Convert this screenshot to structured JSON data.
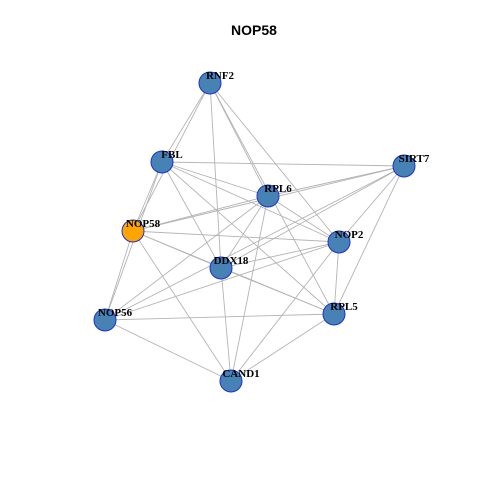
{
  "title": "NOP58",
  "colors": {
    "node_default": "#4682b4",
    "node_highlight": "#ffa500",
    "node_border": "#1e2fd8",
    "edge": "#b4b4b4",
    "background": "#ffffff"
  },
  "nodes": [
    {
      "id": "RNF2",
      "label": "RNF2",
      "highlight": false
    },
    {
      "id": "FBL",
      "label": "FBL",
      "highlight": false
    },
    {
      "id": "SIRT7",
      "label": "SIRT7",
      "highlight": false
    },
    {
      "id": "RPL6",
      "label": "RPL6",
      "highlight": false
    },
    {
      "id": "NOP58",
      "label": "NOP58",
      "highlight": true
    },
    {
      "id": "NOP2",
      "label": "NOP2",
      "highlight": false
    },
    {
      "id": "DDX18",
      "label": "DDX18",
      "highlight": false
    },
    {
      "id": "NOP56",
      "label": "NOP56",
      "highlight": false
    },
    {
      "id": "RPL5",
      "label": "RPL5",
      "highlight": false
    },
    {
      "id": "CAND1",
      "label": "CAND1",
      "highlight": false
    }
  ],
  "edges": [
    [
      "RNF2",
      "FBL"
    ],
    [
      "RNF2",
      "NOP58"
    ],
    [
      "RNF2",
      "RPL6"
    ],
    [
      "RNF2",
      "DDX18"
    ],
    [
      "RNF2",
      "NOP2"
    ],
    [
      "RNF2",
      "RPL5"
    ],
    [
      "FBL",
      "SIRT7"
    ],
    [
      "FBL",
      "RPL6"
    ],
    [
      "FBL",
      "NOP58"
    ],
    [
      "FBL",
      "NOP56"
    ],
    [
      "FBL",
      "DDX18"
    ],
    [
      "FBL",
      "NOP2"
    ],
    [
      "FBL",
      "RPL5"
    ],
    [
      "SIRT7",
      "RPL6"
    ],
    [
      "SIRT7",
      "NOP58"
    ],
    [
      "SIRT7",
      "NOP2"
    ],
    [
      "SIRT7",
      "DDX18"
    ],
    [
      "SIRT7",
      "NOP56"
    ],
    [
      "SIRT7",
      "RPL5"
    ],
    [
      "RPL6",
      "NOP58"
    ],
    [
      "RPL6",
      "NOP2"
    ],
    [
      "RPL6",
      "DDX18"
    ],
    [
      "RPL6",
      "NOP56"
    ],
    [
      "RPL6",
      "CAND1"
    ],
    [
      "NOP58",
      "NOP2"
    ],
    [
      "NOP58",
      "DDX18"
    ],
    [
      "NOP58",
      "NOP56"
    ],
    [
      "NOP58",
      "RPL5"
    ],
    [
      "NOP58",
      "CAND1"
    ],
    [
      "NOP2",
      "DDX18"
    ],
    [
      "NOP2",
      "NOP56"
    ],
    [
      "NOP2",
      "RPL5"
    ],
    [
      "NOP2",
      "CAND1"
    ],
    [
      "DDX18",
      "RPL5"
    ],
    [
      "DDX18",
      "CAND1"
    ],
    [
      "NOP56",
      "RPL5"
    ],
    [
      "NOP56",
      "CAND1"
    ],
    [
      "RPL5",
      "CAND1"
    ]
  ]
}
